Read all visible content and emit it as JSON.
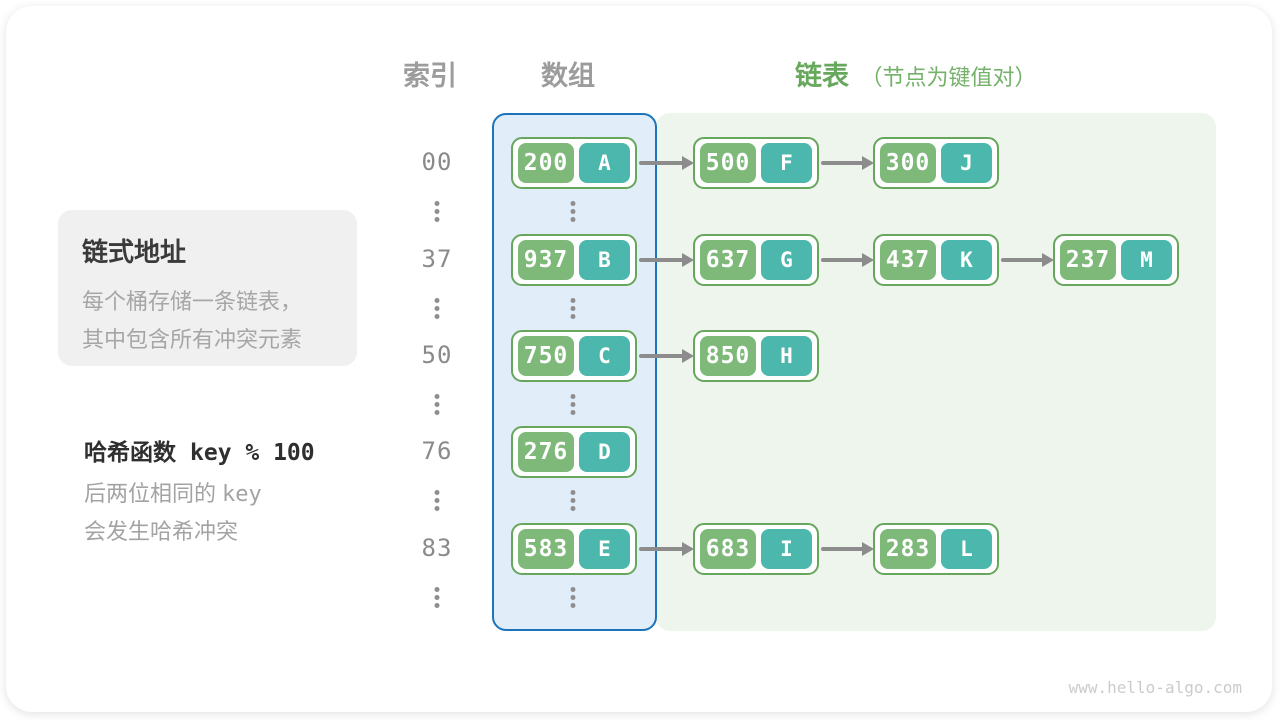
{
  "headers": {
    "index": "索引",
    "array": "数组",
    "list": "链表",
    "list_note": "（节点为键值对）"
  },
  "info_box": {
    "title": "链式地址",
    "lines": [
      "每个桶存储一条链表，",
      "其中包含所有冲突元素"
    ]
  },
  "hash_note": {
    "title": "哈希函数",
    "code": "key % 100",
    "line1_text": "后两位相同的",
    "line1_code": "key",
    "line2": "会发生哈希冲突"
  },
  "watermark": "www.hello-algo.com",
  "colors": {
    "key_green": "#7eb97a",
    "value_teal": "#4cb7ad",
    "node_border_green": "#67a65d",
    "array_fill_blue": "#e1edf8",
    "array_border_blue": "#1c74ba",
    "list_fill_green": "#eef5ec",
    "arrow_gray": "#8c8c8c",
    "header_gray": "#9c9c9c",
    "header_green": "#67a85c",
    "info_box_gray": "#f0f0f0"
  },
  "rows": [
    {
      "index": "00",
      "bucket": {
        "key": "200",
        "value": "A"
      },
      "chain": [
        {
          "key": "500",
          "value": "F"
        },
        {
          "key": "300",
          "value": "J"
        }
      ]
    },
    {
      "index": "37",
      "bucket": {
        "key": "937",
        "value": "B"
      },
      "chain": [
        {
          "key": "637",
          "value": "G"
        },
        {
          "key": "437",
          "value": "K"
        },
        {
          "key": "237",
          "value": "M"
        }
      ]
    },
    {
      "index": "50",
      "bucket": {
        "key": "750",
        "value": "C"
      },
      "chain": [
        {
          "key": "850",
          "value": "H"
        }
      ]
    },
    {
      "index": "76",
      "bucket": {
        "key": "276",
        "value": "D"
      },
      "chain": []
    },
    {
      "index": "83",
      "bucket": {
        "key": "583",
        "value": "E"
      },
      "chain": [
        {
          "key": "683",
          "value": "I"
        },
        {
          "key": "283",
          "value": "L"
        }
      ]
    }
  ]
}
